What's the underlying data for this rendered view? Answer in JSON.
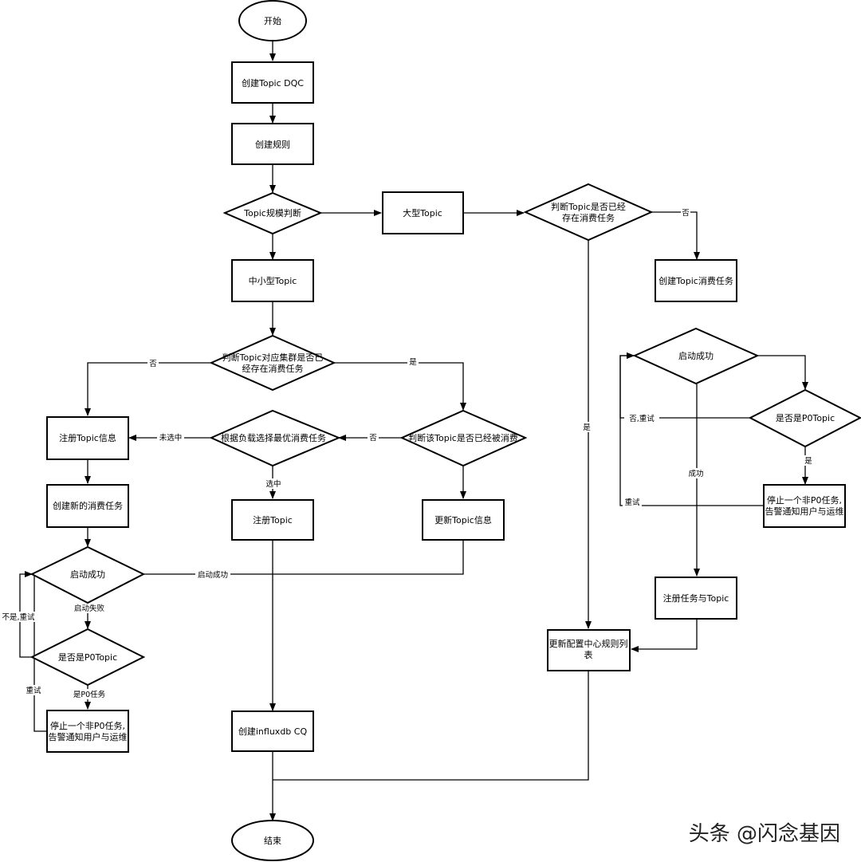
{
  "nodes": {
    "start": "开始",
    "create_dqc": "创建Topic DQC",
    "create_rule": "创建规则",
    "scale_judge": "Topic规模判断",
    "big_topic": "大型Topic",
    "judge_big_lines": [
      "判断Topic是否已经",
      "存在消费任务"
    ],
    "create_consume_task": "创建Topic消费任务",
    "small_topic": "中小型Topic",
    "judge_cluster_lines": [
      "判断Topic对应集群是否已",
      "经存在消费任务"
    ],
    "register_info": "注册Topic信息",
    "choose_task": "根据负载选择最优消费任务",
    "judge_consumed": "判断该Topic是否已经被消费",
    "create_new_task": "创建新的消费任务",
    "register_topic": "注册Topic",
    "update_info": "更新Topic信息",
    "left_start_ok": "启动成功",
    "left_is_p0": "是否是P0Topic",
    "left_stop_lines": [
      "停止一个非P0任务,",
      "告警通知用户与运维"
    ],
    "create_cq": "创建influxdb CQ",
    "end": "结束",
    "right_start_ok": "启动成功",
    "right_is_p0": "是否是P0Topic",
    "right_stop_lines": [
      "停止一个非P0任务,",
      "告警通知用户与运维"
    ],
    "register_task_topic": "注册任务与Topic",
    "update_config_lines": [
      "更新配置中心规则列",
      "表"
    ]
  },
  "edge_labels": {
    "no_top_right": "否",
    "no_cluster": "否",
    "yes_cluster": "是",
    "not_chosen": "未选中",
    "no_consumed": "否",
    "chosen": "选中",
    "start_ok_edge": "启动成功",
    "start_fail": "启动失败",
    "not_retry_left": "不是,重试",
    "p0_task": "是P0任务",
    "retry_left": "重试",
    "yes_big": "是",
    "no_retry_right": "否,重试",
    "yes_right": "是",
    "success": "成功",
    "retry_right": "重试"
  },
  "watermark": "头条 @闪念基因"
}
